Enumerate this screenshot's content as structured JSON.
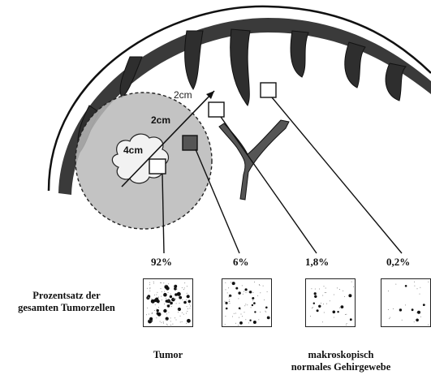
{
  "diagram": {
    "measure_outer": "2cm",
    "measure_inner": "2cm",
    "measure_core": "4cm"
  },
  "percentages": [
    "92%",
    "6%",
    "1,8%",
    "0,2%"
  ],
  "row_label": [
    "Prozentsatz der",
    "gesamten Tumorzellen"
  ],
  "bottom_labels": {
    "tumor": "Tumor",
    "normal": [
      "makroskopisch",
      "normales Gehirgewebe"
    ]
  },
  "panel_densities": [
    0.92,
    0.06,
    0.018,
    0.002
  ]
}
